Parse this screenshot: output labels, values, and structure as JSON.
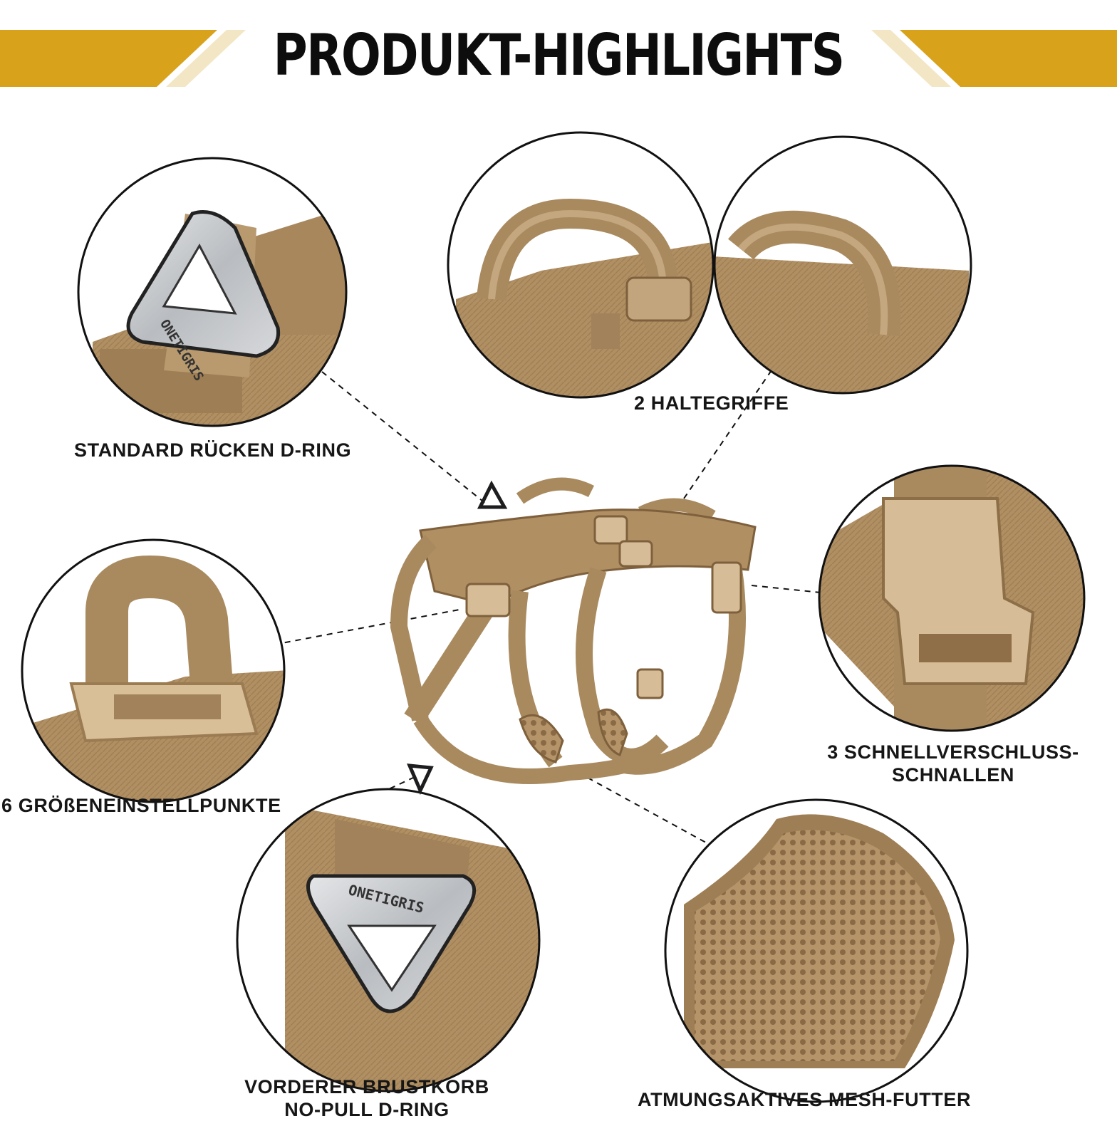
{
  "header": {
    "title": "PRODUKT-HIGHLIGHTS",
    "accent_color": "#D9A21B",
    "accent_light": "#F3E6C4"
  },
  "features": {
    "d_ring_back": "STANDARD RÜCKEN D-RING",
    "handles": "2 HALTEGRIFFE",
    "buckles_line1": "3 SCHNELLVERSCHLUSS-",
    "buckles_line2": "SCHNALLEN",
    "adjust_points": "6 GRÖßENEINSTELLPUNKTE",
    "front_ring_line1": "VORDERER BRUSTKORB",
    "front_ring_line2": "NO-PULL D-RING",
    "mesh": "ATMUNGSAKTIVES MESH-FUTTER"
  },
  "brand_engraving": "ONETIGRIS",
  "colors": {
    "coyote": "#B08F63",
    "coyote_dark": "#8E6F48",
    "coyote_light": "#CBB08A",
    "metal": "#C9CBCE",
    "metal_dark": "#1D1D1F"
  }
}
